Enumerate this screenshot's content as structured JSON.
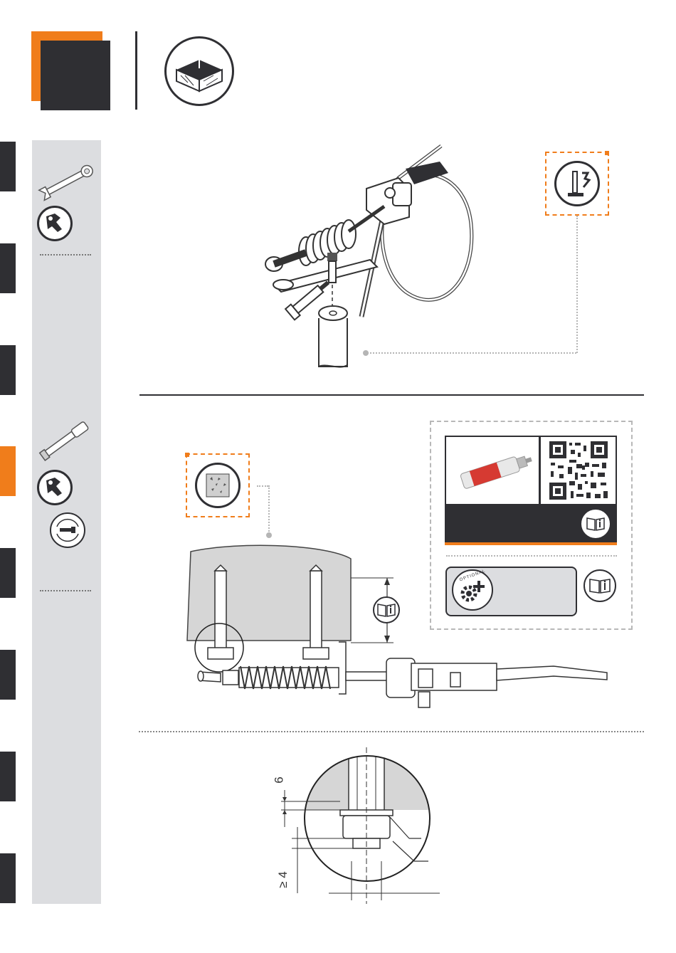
{
  "header": {
    "badge_icon": "square-badge",
    "material_icon": "wood-block-eyebolt-icon"
  },
  "sidebar": {
    "tools_top": [
      "wrench-icon",
      "socket-wrench-icon"
    ],
    "tools_bottom": [
      "torque-wrench-icon",
      "socket-wrench-icon",
      "rotate-tool-icon"
    ]
  },
  "callouts": {
    "top_right": "anchor-bolt-icon",
    "concrete": "concrete-texture-icon"
  },
  "product_box": {
    "product": "adhesive-cartridge",
    "qr": "qr-code",
    "manual_icon": "manual-book-icon",
    "optional_label": "OPTIONAL",
    "optional_icon": "gear-plus-icon"
  },
  "measurements": {
    "top_gap": "6",
    "min_thread": "≥ 4"
  },
  "colors": {
    "accent": "#f07d1b",
    "dark": "#2f2f33",
    "panel": "#dcdde0"
  }
}
